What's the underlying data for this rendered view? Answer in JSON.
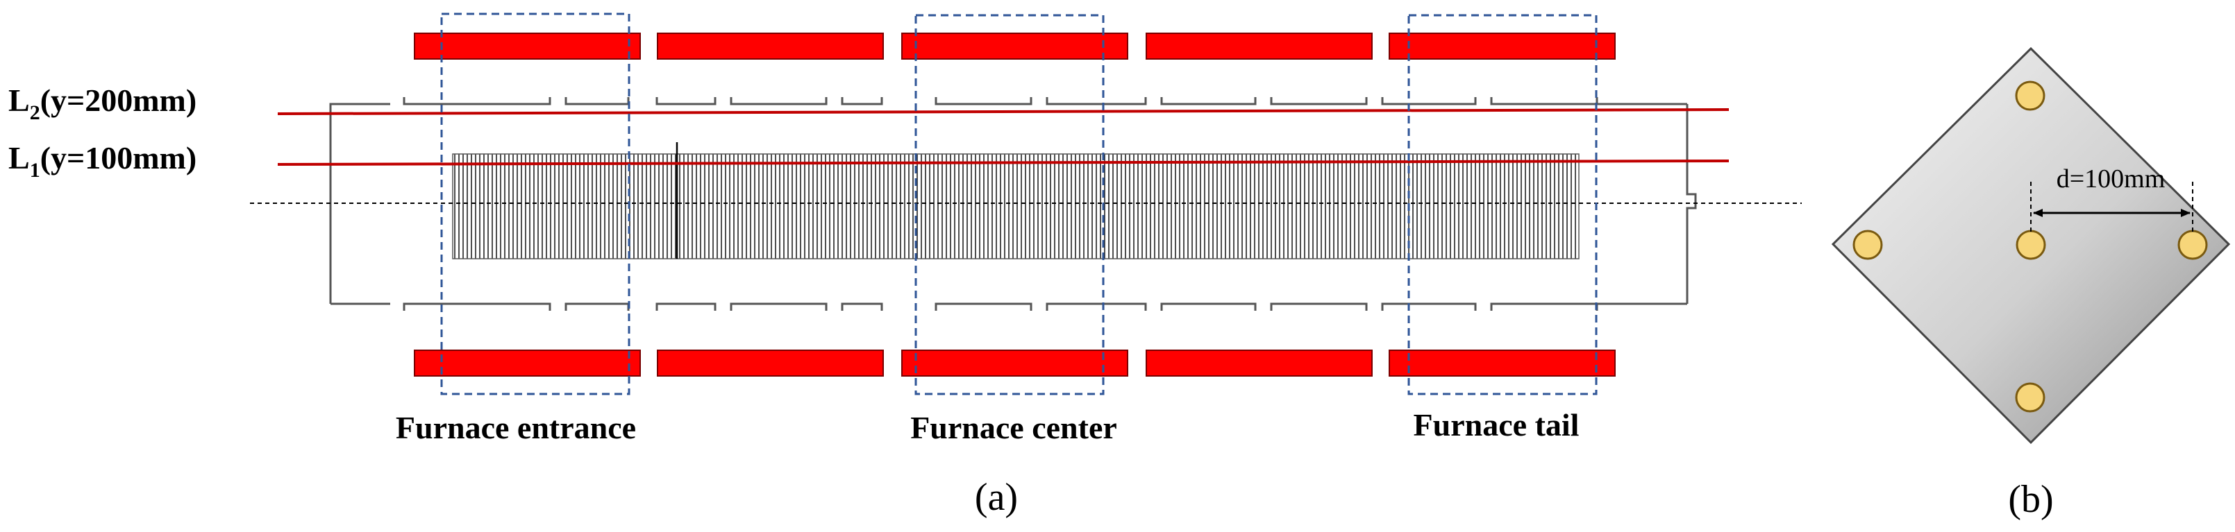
{
  "panel_a": {
    "caption": "(a)",
    "line_l2": {
      "main": "L",
      "sub": "2",
      "rest": "(y=200mm)"
    },
    "line_l1": {
      "main": "L",
      "sub": "1",
      "rest": "(y=100mm)"
    },
    "zones": [
      {
        "label": "Furnace entrance"
      },
      {
        "label": "Furnace center"
      },
      {
        "label": "Furnace tail"
      }
    ]
  },
  "panel_b": {
    "caption": "(b)",
    "distance_label": "d=100mm"
  },
  "colors": {
    "heater_fill": "#ff0000",
    "heater_stroke": "#7a0000",
    "measure_line": "#c00000",
    "zone_box": "#2f5597",
    "furnace_wall": "#555555",
    "pipe": "#222222",
    "plate_light": "#f2f2f2",
    "plate_dark": "#9a9a9a",
    "bolt_fill": "#f7d67a",
    "bolt_stroke": "#7a5a10"
  }
}
